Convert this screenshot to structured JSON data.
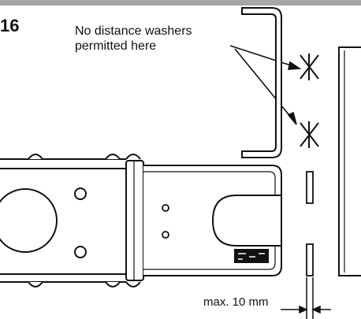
{
  "figure": {
    "number": "16"
  },
  "annotations": {
    "washer_note_line1": "No distance washers",
    "washer_note_line2": "permitted here",
    "dimension_label": "max. 10 mm"
  },
  "icons": {
    "crossed_marks": [
      "washer-prohibited-x-icon",
      "washer-prohibited-x-icon"
    ]
  },
  "colors": {
    "line": "#111111",
    "header_bar": "#a6a6a6",
    "background": "#ffffff"
  }
}
